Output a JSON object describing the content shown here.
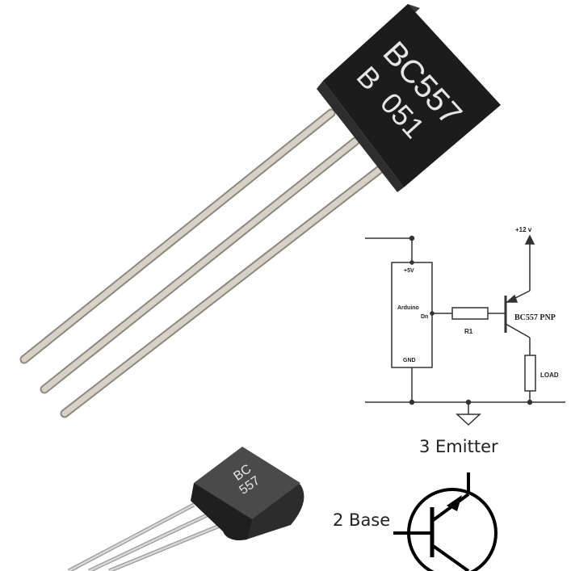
{
  "transistor_top": {
    "marking_line1": "BC557",
    "marking_line2": "B  051"
  },
  "circuit": {
    "supply_label": "+12 v",
    "module_supply_label": "+5V",
    "module_name": "Arduino",
    "module_pin_label": "Dn",
    "module_ground_label": "GND",
    "resistor_label": "R1",
    "transistor_label": "BC557 PNP",
    "load_label": "LOAD"
  },
  "transistor_bottom": {
    "marking_line1": "BC",
    "marking_line2": "557"
  },
  "pinout": {
    "emitter_label": "3 Emitter",
    "base_label": "2 Base"
  },
  "colors": {
    "package_body": "#1c1c1c",
    "package_top": "#2a2a2a",
    "marking_text": "#e6e6e6",
    "lead_metal": "#c9c4ba",
    "lead_shadow": "#8d877c",
    "schematic_line": "#333333",
    "lower_package": "#3a3a3a",
    "lower_package_face": "#555555",
    "lower_lead": "#c7c7c7"
  }
}
